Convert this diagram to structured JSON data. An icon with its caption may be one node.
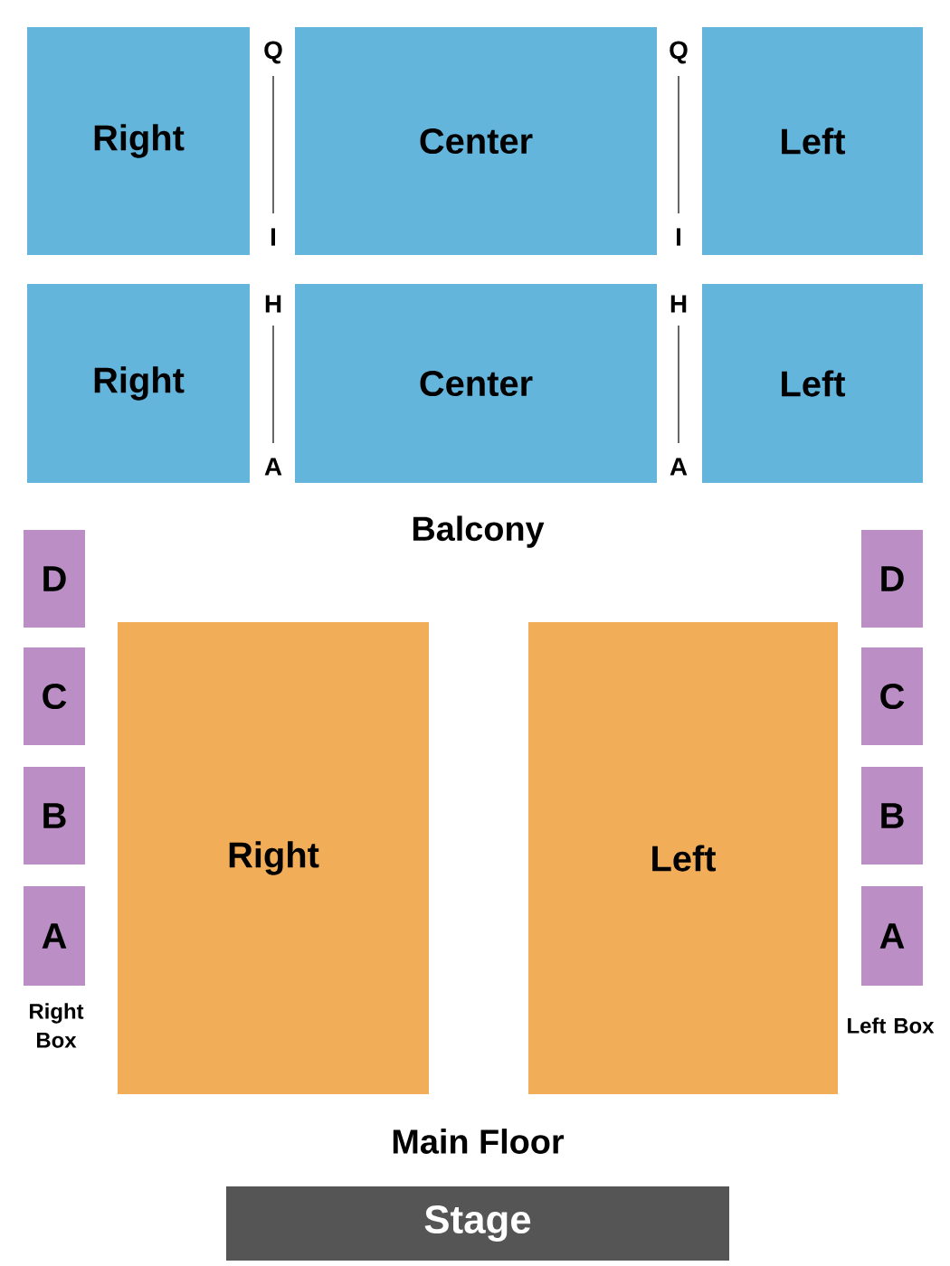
{
  "diagram": {
    "nodes": [
      {
        "text": [
          "Right"
        ]
      },
      {
        "text": [
          "Center"
        ]
      },
      {
        "text": [
          "Left"
        ]
      },
      {
        "text": [
          "Right"
        ]
      },
      {
        "text": [
          "Center"
        ]
      },
      {
        "text": [
          "Left"
        ]
      },
      {
        "text": [
          "D"
        ]
      },
      {
        "text": [
          "C"
        ]
      },
      {
        "text": [
          "B"
        ]
      },
      {
        "text": [
          "A"
        ]
      },
      {
        "text": [
          "D"
        ]
      },
      {
        "text": [
          "C"
        ]
      },
      {
        "text": [
          "B"
        ]
      },
      {
        "text": [
          "A"
        ]
      },
      {
        "text": [
          "Right"
        ]
      },
      {
        "text": [
          "Left"
        ]
      },
      {
        "text": [
          "Stage"
        ]
      }
    ],
    "labels": [
      "Q",
      "Q",
      "I",
      "I",
      "H",
      "H",
      "A",
      "A",
      "Balcony",
      "Right Box",
      "Left Box",
      "Main Floor"
    ]
  }
}
